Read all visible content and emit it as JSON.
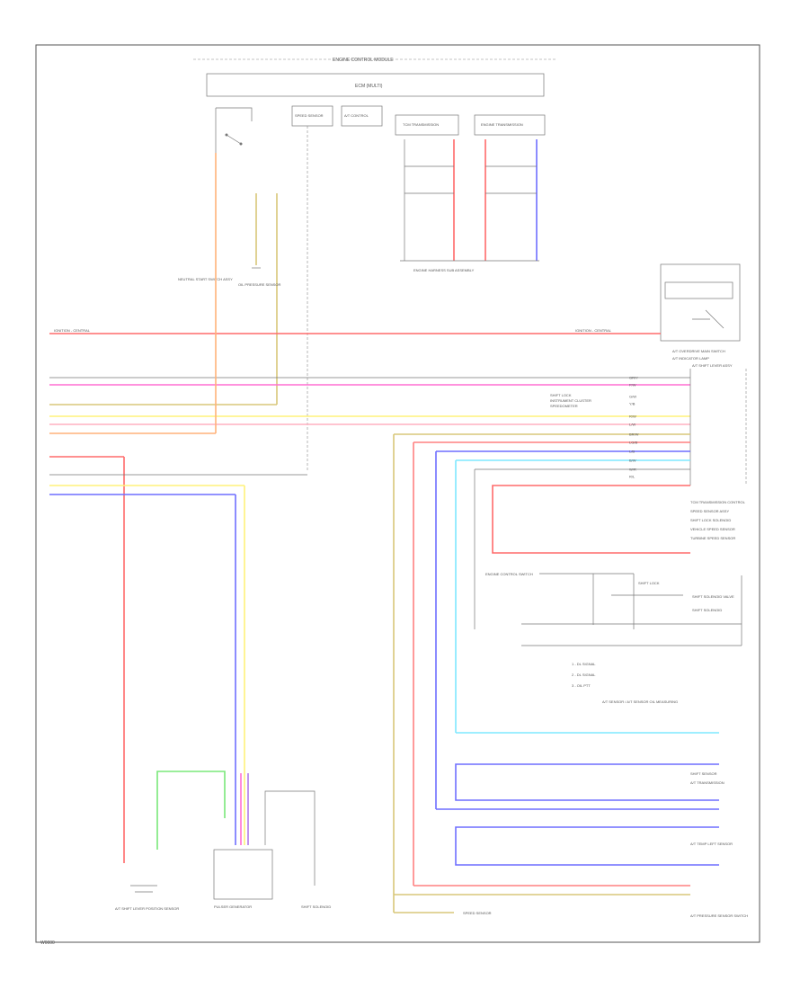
{
  "diagram": {
    "header": "ENGINE CONTROL MODULE",
    "module_box": "ECM (MULTI)",
    "sub_blocks": [
      "SPEED SENSOR",
      "A/T CONTROL",
      "TCM TRANSMISSION",
      "ENGINE TRANSMISSION"
    ],
    "harness_label": "ENGINE HARNESS SUB ASSEMBLY",
    "top_right_component": "A/T OVERDRIVE MAIN SWITCH",
    "top_right_sub": "A/T INDICATOR LAMP",
    "sensor_left_label": "NEUTRAL START SWITCH ASSY",
    "oil_label": "OIL PRESSURE SENSOR",
    "line_label_left": "IGNITION - CENTRAL",
    "line_label_right": "IGNITION - CENTRAL",
    "right_connector_label": "A/T SHIFT LEVER ASSY",
    "gauge_labels": [
      "SHIFT LOCK",
      "INSTRUMENT CLUSTER",
      "SPEEDOMETER"
    ],
    "right_stack_labels": [
      "TCM TRANSMISSION CONTROL",
      "SPEED SENSOR ASSY",
      "SHIFT LOCK SOLENOID",
      "VEHICLE SPEED SENSOR",
      "TURBINE SPEED SENSOR"
    ],
    "mid_right_labels": [
      "ENGINE CONTROL SWITCH",
      "SHIFT LOCK",
      "SHIFT SOLENOID VALVE",
      "SHIFT SOLENOID"
    ],
    "legend_items": [
      "1 - DL SIGNAL",
      "2 - DL SIGNAL",
      "3 - OIL PTT"
    ],
    "mid_caption": "A/T SENSOR / A/T SENSOR OIL MEASURING",
    "lower_right_labels": [
      "SHIFT SENSOR",
      "A/T TRANSMISSION",
      "A/T TEMP LEFT SENSOR",
      "A/T PRESSURE SENSOR SWITCH"
    ],
    "bottom_labels": [
      "A/T SHIFT LEVER POSITION SENSOR",
      "PULSER GENERATOR",
      "SHIFT SOLENOID",
      "SPEED SENSOR"
    ],
    "corner_tag": "W0000",
    "wire_codes": [
      "GR/Y",
      "P/W",
      "G/W",
      "Y/B",
      "R/W",
      "L/W",
      "BR/W",
      "LG/B",
      "L/B",
      "B/W",
      "W/R",
      "R/L"
    ],
    "colors": {
      "red": "#ff6b6b",
      "pink": "#ff6fd2",
      "yellow": "#fff27a",
      "orange": "#ffb27a",
      "blue": "#6f6fff",
      "cyan": "#7fe8ff",
      "green": "#7ae87a",
      "olive": "#d8c77a",
      "purple": "#b07ae8",
      "gray": "#cccccc"
    }
  }
}
